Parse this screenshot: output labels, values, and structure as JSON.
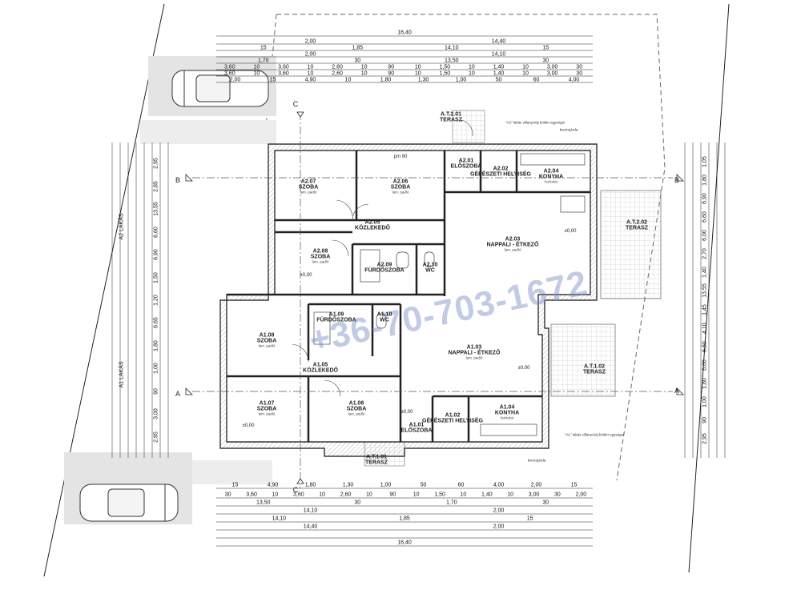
{
  "rooms": [
    {
      "id": "A2.07",
      "name": "SZOBA",
      "floor": "lam. padló"
    },
    {
      "id": "A2.06",
      "name": "SZOBA",
      "floor": "lam. padló"
    },
    {
      "id": "A2.05",
      "name": "KÖZLEKEDŐ",
      "floor": ""
    },
    {
      "id": "A2.08",
      "name": "SZOBA",
      "floor": "lam. padló"
    },
    {
      "id": "A2.09",
      "name": "FÜRDŐSZOBA",
      "floor": ""
    },
    {
      "id": "A2.10",
      "name": "WC",
      "floor": ""
    },
    {
      "id": "A2.03",
      "name": "NAPPALI - ÉTKEZŐ",
      "floor": "lam. padló"
    },
    {
      "id": "A2.01",
      "name": "ELŐSZOBA",
      "floor": ""
    },
    {
      "id": "A2.02",
      "name": "GÉPÉSZETI HELYISÉG",
      "floor": ""
    },
    {
      "id": "A2.04",
      "name": "KONYHA",
      "floor": "burkolat"
    },
    {
      "id": "A.T.2.02",
      "name": "TERASZ",
      "floor": ""
    },
    {
      "id": "A1.08",
      "name": "SZOBA",
      "floor": "lam. padló"
    },
    {
      "id": "A1.09",
      "name": "FÜRDŐSZOBA",
      "floor": ""
    },
    {
      "id": "A1.10",
      "name": "WC",
      "floor": ""
    },
    {
      "id": "A1.05",
      "name": "KÖZLEKEDŐ",
      "floor": ""
    },
    {
      "id": "A1.03",
      "name": "NAPPALI - ÉTKEZŐ",
      "floor": "lam. padló"
    },
    {
      "id": "A1.07",
      "name": "SZOBA",
      "floor": "lam. padló"
    },
    {
      "id": "A1.06",
      "name": "SZOBA",
      "floor": "lam. padló"
    },
    {
      "id": "A1.01",
      "name": "ELŐSZOBA",
      "floor": ""
    },
    {
      "id": "A1.02",
      "name": "GÉPÉSZETI HELYISÉG",
      "floor": ""
    },
    {
      "id": "A1.04",
      "name": "KONYHA",
      "floor": "burkolat"
    },
    {
      "id": "A.T.1.02",
      "name": "TERASZ",
      "floor": ""
    },
    {
      "id": "A.T.1.01",
      "name": "TERASZ",
      "floor": ""
    },
    {
      "id": "A.T.2.01",
      "name": "TERASZ",
      "floor": ""
    }
  ],
  "elevation_mark": "±0,00",
  "sections": {
    "a": "A",
    "b": "B",
    "c": "C"
  },
  "apartments": {
    "a1": "A1 LAKÁS",
    "a2": "A2 LAKÁS"
  },
  "watermark": "+36-70-703-1672",
  "top_dims": {
    "r1": [
      "16,40"
    ],
    "r2": [
      "2,00",
      "14,40"
    ],
    "r3": [
      "15",
      "1,85",
      "14,10",
      "15"
    ],
    "r4": [
      "2,00",
      "14,10"
    ],
    "r5": [
      "1,70",
      "30",
      "13,50",
      "30"
    ],
    "r6": [
      "3,60",
      "10",
      "3,60",
      "10",
      "2,60",
      "10",
      "90",
      "10",
      "1,50",
      "10",
      "1,40",
      "10",
      "3,00",
      "30"
    ],
    "r7": [
      "3,60",
      "10",
      "3,60",
      "10",
      "2,60",
      "10",
      "90",
      "10",
      "1,50",
      "10",
      "1,40",
      "10",
      "3,00",
      "30"
    ],
    "r8": [
      "2,00",
      "15",
      "4,90",
      "10",
      "1,80",
      "1,30",
      "1,00",
      "50",
      "60",
      "4,00"
    ]
  },
  "bottom_dims": {
    "r1": [
      "15",
      "4,90",
      "1,80",
      "1,30",
      "1,00",
      "50",
      "60",
      "4,00",
      "2,00",
      "15"
    ],
    "r2": [
      "30",
      "3,60",
      "10",
      "3,60",
      "10",
      "2,60",
      "10",
      "90",
      "10",
      "1,50",
      "10",
      "1,40",
      "10",
      "3,00",
      "30",
      "2,00"
    ],
    "r3": [
      "13,50",
      "30",
      "1,70",
      "30"
    ],
    "r4": [
      "14,10",
      "2,00"
    ],
    "r5": [
      "14,10",
      "1,85",
      "15"
    ],
    "r6": [
      "14,40",
      "2,00"
    ],
    "r7": [
      "16,40"
    ]
  },
  "left_dims": [
    "2,95",
    "2,85",
    "13,55",
    "6,60",
    "6,90",
    "1,50",
    "1,20",
    "6,65",
    "1,80",
    "1,00",
    "90",
    "3,00",
    "2,95"
  ],
  "right_dims": [
    "1,05",
    "1,80",
    "6,90",
    "6,60",
    "6,00",
    "2,70",
    "1,40",
    "13,55",
    "1,45",
    "4,10",
    "6,50",
    "6,00",
    "1,80",
    "1,00",
    "90",
    "2,95"
  ],
  "notes": {
    "n1": "\"A2\" lakás villanyóráj kültéri egységei",
    "n2": "kavicsjárda",
    "n3": "\"A1\" lakás villanyóráj kültéri egységei",
    "n4": "pm 90",
    "n5": "kavicsjárda"
  }
}
